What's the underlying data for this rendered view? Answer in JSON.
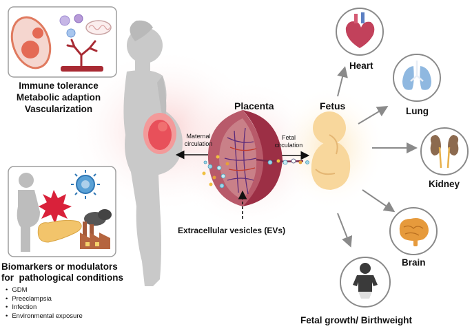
{
  "top_box": {
    "lines": [
      "Immune tolerance",
      "Metabolic adaption",
      "Vascularization"
    ]
  },
  "bottom_box": {
    "title_line1": "Biomarkers or modulators",
    "title_line2": "for  pathological conditions",
    "conditions": [
      "GDM",
      "Preeclampsia",
      "Infection",
      "Environmental exposure"
    ]
  },
  "center": {
    "placenta": "Placenta",
    "fetus": "Fetus",
    "maternal_circulation": [
      "Maternal",
      "circulation"
    ],
    "fetal_circulation": [
      "Fetal",
      "circulation"
    ],
    "extracellular_vesicles": "Extracellular vesicles (EVs)"
  },
  "targets": {
    "heart": "Heart",
    "lung": "Lung",
    "kidney": "Kidney",
    "brain": "Brain",
    "growth": "Fetal growth/ Birthweight"
  },
  "colors": {
    "box_border": "#9e9e9e",
    "silhouette": "#c9c9c9",
    "arrow_gray": "#8a8a8a",
    "placenta": "#b0405a",
    "fetus": "#f6d7a0",
    "heart": "#c2415b",
    "lung": "#7fa9d6",
    "kidney": "#8c6a4f",
    "brain": "#e69a3c",
    "baby": "#3a3a3a"
  }
}
